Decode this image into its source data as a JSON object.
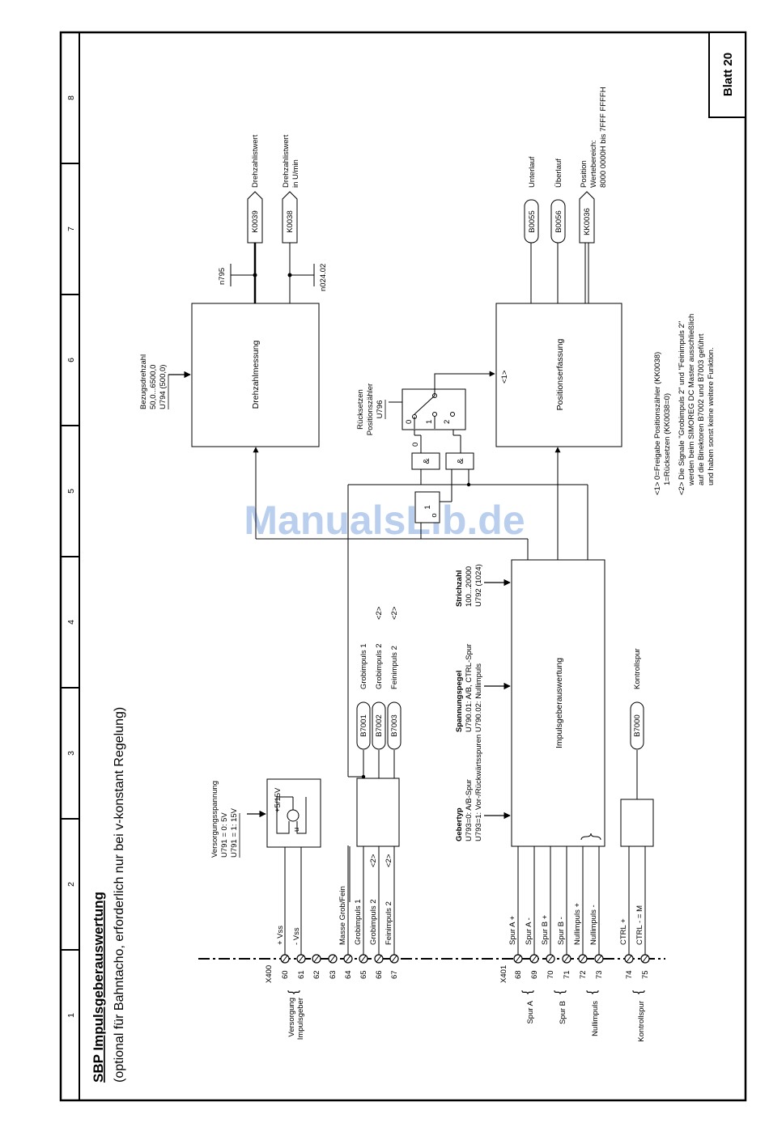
{
  "sheet": {
    "title": "SBP Impulsgeberauswertung",
    "subtitle": "(optional für Bahntacho, erforderlich nur bei v-konstant Regelung)",
    "blatt": "Blatt 20",
    "columns": [
      "1",
      "2",
      "3",
      "4",
      "5",
      "6",
      "7",
      "8"
    ],
    "watermark": "ManualsLib.de"
  },
  "terminals_x400": {
    "label": "X400",
    "numbers": [
      "60",
      "61",
      "62",
      "63",
      "64",
      "65",
      "66",
      "67"
    ],
    "signals": [
      "+ Vss",
      "- Vss",
      "",
      "Masse Grob/Fein",
      "Grobimpuls 1",
      "Grobimpuls 2",
      "Feinimpuls 2"
    ],
    "note_2": "<2>",
    "versorgung": "Versorgung",
    "impulsgeber": "Impulsgeber"
  },
  "terminals_x401": {
    "label": "X401",
    "numbers": [
      "68",
      "69",
      "70",
      "71",
      "72",
      "73",
      "74",
      "75"
    ],
    "signals": [
      "Spur A +",
      "Spur A -",
      "Spur B +",
      "Spur B -",
      "Nullimpuls +",
      "Nullimpuls -",
      "CTRL +",
      "CTRL - = M"
    ],
    "groups": [
      "Spur A",
      "Spur B",
      "Nullimpuls",
      "Kontrollspur"
    ]
  },
  "supply": {
    "title": "Versorgungsspannung",
    "line1": "U791 = 0: 5V",
    "line2": "U791 = 1: 15V",
    "symbol": "+5/15V",
    "u": "u"
  },
  "binectors": {
    "b7001": "B7001",
    "b7002": "B7002",
    "b7003": "B7003",
    "b7000": "B7000",
    "grob1": "Grobimpuls 1",
    "grob2": "Grobimpuls 2",
    "fein2": "Feinimpuls 2",
    "note_2": "<2>",
    "kontrollspur": "Kontrollspur"
  },
  "params": {
    "gebertyp_title": "Gebertyp",
    "gebertyp_l1": "U793=0: A/B-Spur",
    "gebertyp_l2": "U793=1: Vor-/Rückwärtsspuren",
    "pegel_title": "Spannungspegel",
    "pegel_l1": "U790.01: A/B, CTRL-Spur",
    "pegel_l2": "U790.02: Nullimpuls",
    "strich_title": "Strichzahl",
    "strich_l1": "100...20000",
    "strich_l2": "U792 (1024)"
  },
  "blocks": {
    "impuls": "Impulsgeberauswertung",
    "drehzahl": "Drehzahlmessung",
    "position": "Positionserfassung",
    "note_1": "<1>",
    "and_symbol": "&",
    "or_symbol": "1",
    "invert_symbol": "o"
  },
  "reference": {
    "title": "Bezugsdrehzahl",
    "range": "50,0...6500,0",
    "param": "U794 (500,0)"
  },
  "reset": {
    "l1": "Rücksetzen",
    "l2": "Positionszähler",
    "l3": "U796",
    "s0": "0",
    "s1": "1",
    "s2": "2"
  },
  "outputs": {
    "k0039": "K0039",
    "k0039_text": "Drehzahlistwert",
    "k0038": "K0038",
    "k0038_text1": "Drehzahlistwert",
    "k0038_text2": "in U/min",
    "n795": "n795",
    "n024": "n024.02",
    "b0055": "B0055",
    "b0055_text": "Unterlauf",
    "b0056": "B0056",
    "b0056_text": "Überlauf",
    "kk0036": "KK0036",
    "kk0036_t1": "Position",
    "kk0036_t2": "Wertebereich:",
    "kk0036_t3": "8000 0000H bis 7FFF FFFFH"
  },
  "footnotes": {
    "n1a": "<1> 0=Freigabe Positionszähler (KK0038)",
    "n1b": "1=Rücksetzen (KK0038=0)",
    "n2a": "<2> Die Signale \"Grobimpuls 2\" und \"Feinimpuls 2\"",
    "n2b": "werden beim SIMOREG DC Master ausschließlich",
    "n2c": "auf die Binektoren B7002 und B7003 geführt",
    "n2d": "und haben sonst keine weitere Funktion."
  }
}
